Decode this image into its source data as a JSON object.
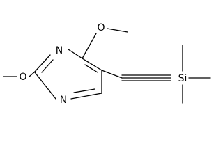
{
  "molecule": {
    "atoms": {
      "n1": "N",
      "n3": "N",
      "o_top": "O",
      "o_left": "O",
      "si": "Si"
    }
  },
  "colors": {
    "bond": "#000000",
    "label": "#000000",
    "background": "#ffffff"
  }
}
